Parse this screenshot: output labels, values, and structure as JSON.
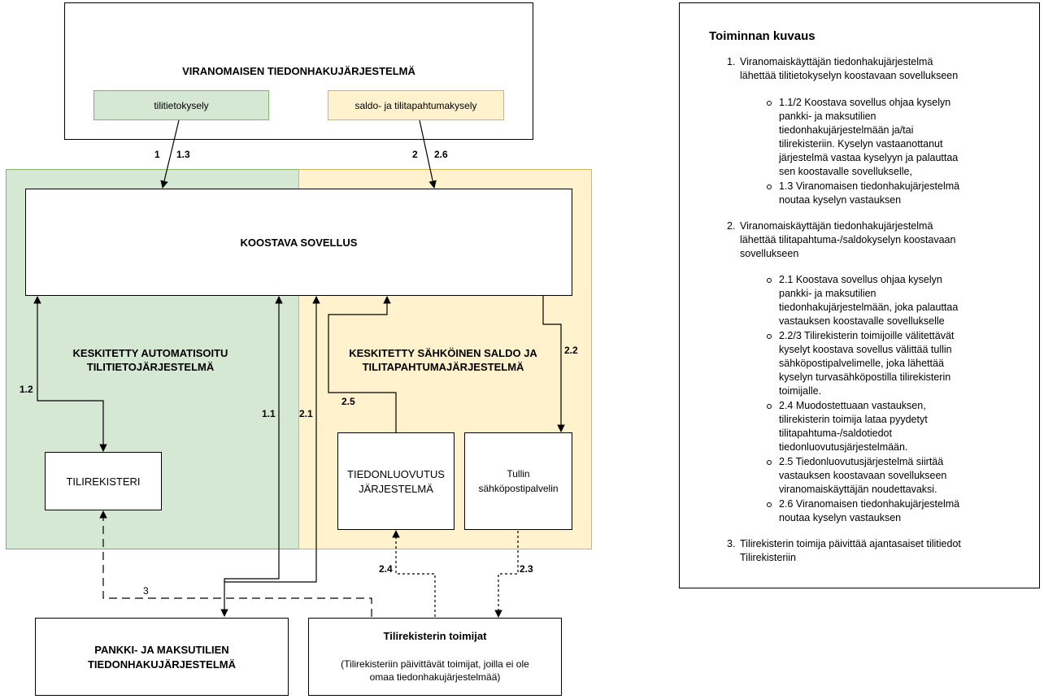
{
  "top_system": {
    "title": "VIRANOMAISEN TIEDONHAKUJÄRJESTELMÄ",
    "query_a": "tilitietokysely",
    "query_b": "saldo- ja tilitapahtumakysely"
  },
  "zones": {
    "green_title_l1": "KESKITETTY AUTOMATISOITU",
    "green_title_l2": "TILITIETOJÄRJESTELMÄ",
    "yellow_title_l1": "KESKITETTY SÄHKÖINEN SALDO JA",
    "yellow_title_l2": "TILITAPAHTUMAJÄRJESTELMÄ"
  },
  "boxes": {
    "koostava": "KOOSTAVA SOVELLUS",
    "tilirekisteri": "TILIREKISTERI",
    "tiedonluovutus_l1": "TIEDONLUOVUTUS",
    "tiedonluovutus_l2": "JÄRJESTELMÄ",
    "tulli_l1": "Tullin",
    "tulli_l2": "sähköpostipalvelin",
    "pankki_l1": "PANKKI- JA MAKSUTILIEN",
    "pankki_l2": "TIEDONHAKUJÄRJESTELMÄ",
    "toimijat_title": "Tilirekisterin toimijat",
    "toimijat_note_l1": "(Tilirekisteriin päivittävät toimijat, joilla ei ole",
    "toimijat_note_l2": "omaa tiedonhakujärjestelmää)"
  },
  "edge_labels": {
    "l1": "1",
    "l1_3": "1.3",
    "l2": "2",
    "l2_6": "2.6",
    "l1_2": "1.2",
    "l1_1": "1.1",
    "l2_1": "2.1",
    "l2_5": "2.5",
    "l2_2": "2.2",
    "l2_4": "2.4",
    "l2_3": "2.3",
    "l3": "3"
  },
  "description": {
    "title": "Toiminnan kuvaus",
    "s1_num": "1.",
    "s1_l1": " Viranomaiskäyttäjän tiedonhakujärjestelmä",
    "s1_l2": "lähettää tilitietokyselyn koostavaan sovellukseen",
    "b1_1": "1.1/2 Koostava sovellus ohjaa kyselyn",
    "b1_2": "pankki- ja maksutilien",
    "b1_3": "tiedonhakujärjestelmään ja/tai",
    "b1_4": "tilirekisteriin. Kyselyn vastaanottanut",
    "b1_5": "järjestelmä vastaa kyselyyn ja palauttaa",
    "b1_6": "sen koostavalle sovellukselle,",
    "b2_1": "1.3 Viranomaisen tiedonhakujärjestelmä",
    "b2_2": "noutaa kyselyn vastauksen",
    "s2_num": "2.",
    "s2_l1": "Viranomaiskäyttäjän tiedonhakujärjestelmä",
    "s2_l2": "lähettää tilitapahtuma-/saldokyselyn koostavaan",
    "s2_l3": "sovellukseen",
    "b3_1": "2.1 Koostava sovellus ohjaa kyselyn",
    "b3_2": "pankki- ja maksutilien",
    "b3_3": "tiedonhakujärjestelmään, joka palauttaa",
    "b3_4": "vastauksen koostavalle sovellukselle",
    "b4_1": "2.2/3 Tilirekisterin toimijoille välitettävät",
    "b4_2": "kyselyt koostava sovellus välittää tullin",
    "b4_3": "sähköpostipalvelimelle, joka lähettää",
    "b4_4": "kyselyn turvasähköpostilla tilirekisterin",
    "b4_5": "toimijalle.",
    "b5_1": "2.4 Muodostettuaan vastauksen,",
    "b5_2": "tilirekisterin toimija lataa pyydetyt",
    "b5_3": "tilitapahtuma-/saldotiedot",
    "b5_4": "tiedonluovutusjärjestelmään.",
    "b6_1": "2.5 Tiedonluovutusjärjestelmä siirtää",
    "b6_2": "vastauksen koostavaan sovellukseen",
    "b6_3": "viranomaiskäyttäjän noudettavaksi.",
    "b7_1": "2.6 Viranomaisen tiedonhakujärjestelmä",
    "b7_2": "noutaa kyselyn vastauksen",
    "s3_num": "3.",
    "s3_l1": "Tilirekisterin toimija päivittää ajantasaiset tilitiedot",
    "s3_l2": "Tilirekisteriin"
  },
  "colors": {
    "green_fill": "#d5e8d4",
    "green_stroke": "#82b366",
    "yellow_fill": "#fff2cc",
    "yellow_stroke": "#d6b656",
    "line": "#000000"
  }
}
